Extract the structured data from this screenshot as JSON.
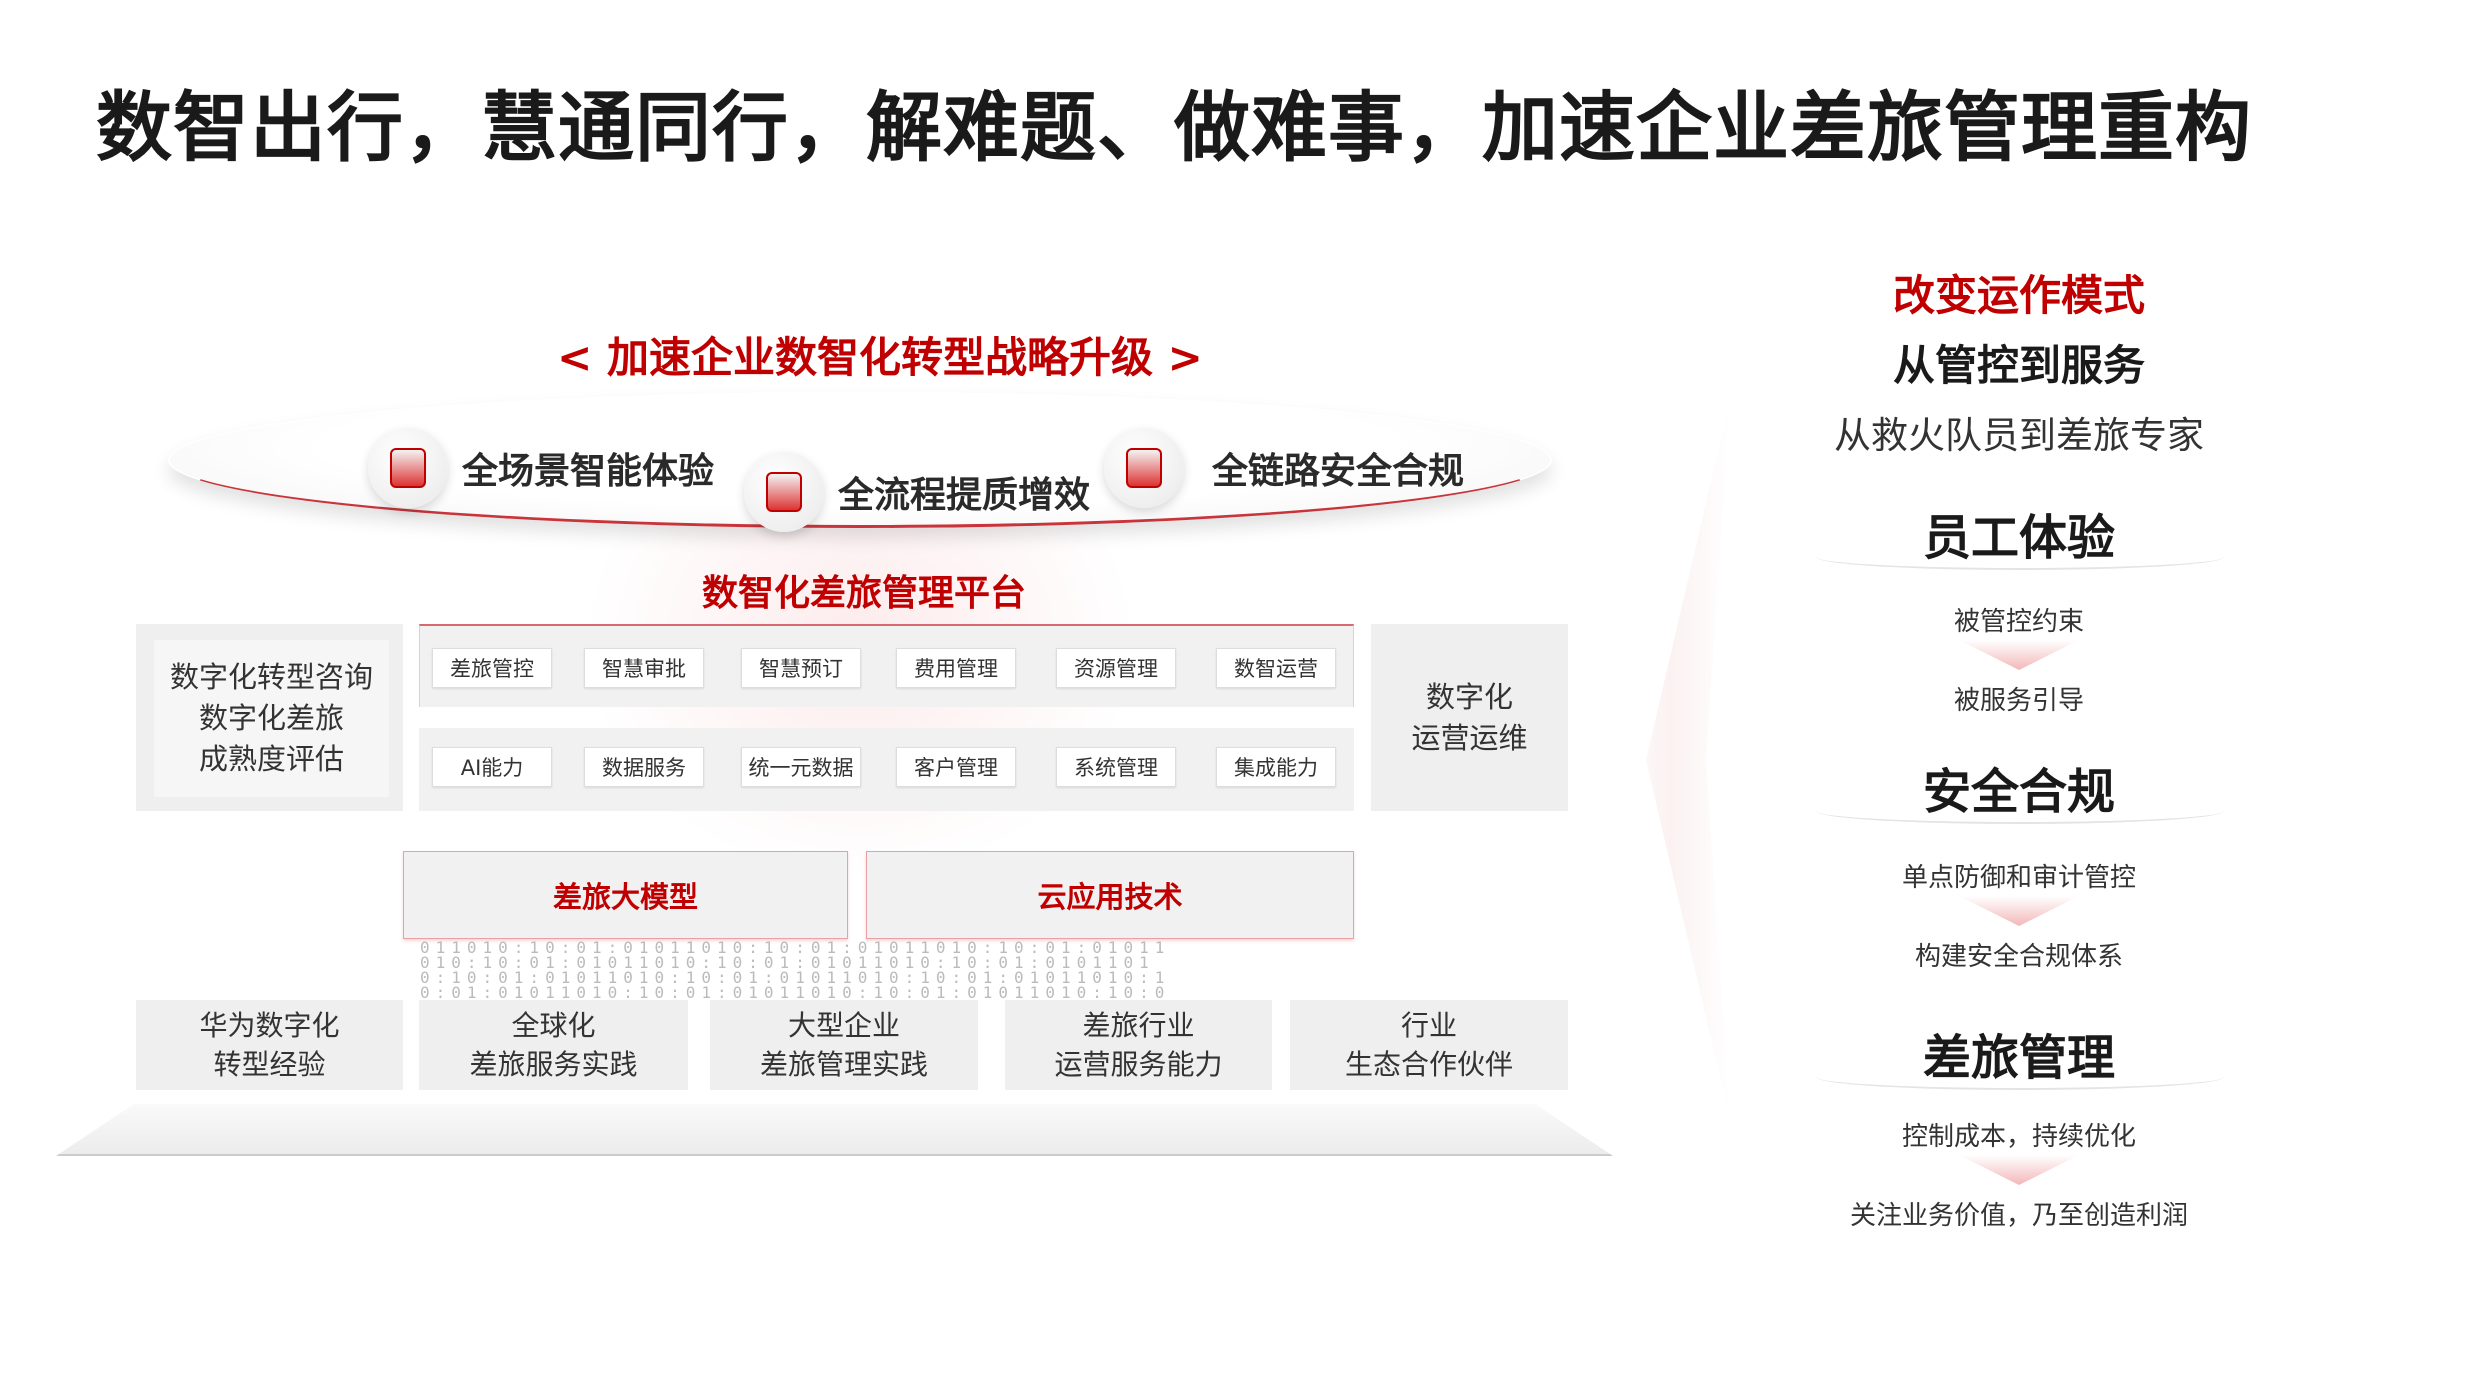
{
  "title": "数智出行，慧通同行，解难题、做难事，加速企业差旅管理重构",
  "strategy": "< 加速企业数智化转型战略升级 >",
  "pillars": [
    {
      "label": "全场景智能体验",
      "icon": "smart-experience-icon"
    },
    {
      "label": "全流程提质增效",
      "icon": "efficiency-icon"
    },
    {
      "label": "全链路安全合规",
      "icon": "security-compliance-icon"
    }
  ],
  "platform": {
    "title": "数智化差旅管理平台",
    "left": [
      "数字化转型咨询",
      "数字化差旅",
      "成熟度评估"
    ],
    "row1": [
      "差旅管控",
      "智慧审批",
      "智慧预订",
      "费用管理",
      "资源管理",
      "数智运营"
    ],
    "row2": [
      "AI能力",
      "数据服务",
      "统一元数据",
      "客户管理",
      "系统管理",
      "集成能力"
    ],
    "right": [
      "数字化",
      "运营运维"
    ]
  },
  "tech": [
    "差旅大模型",
    "云应用技术"
  ],
  "foundation": [
    [
      "华为数字化",
      "转型经验"
    ],
    [
      "全球化",
      "差旅服务实践"
    ],
    [
      "大型企业",
      "差旅管理实践"
    ],
    [
      "差旅行业",
      "运营服务能力"
    ],
    [
      "行业",
      "生态合作伙伴"
    ]
  ],
  "right": {
    "heading": "改变运作模式",
    "sub1": "从管控到服务",
    "sub2": "从救火队员到差旅专家",
    "sections": [
      {
        "title": "员工体验",
        "from": "被管控约束",
        "to": "被服务引导"
      },
      {
        "title": "安全合规",
        "from": "单点防御和审计管控",
        "to": "构建安全合规体系"
      },
      {
        "title": "差旅管理",
        "from": "控制成本，持续优化",
        "to": "关注业务价值，乃至创造利润"
      }
    ]
  },
  "colors": {
    "accent": "#c00000",
    "box": "#efefef"
  }
}
